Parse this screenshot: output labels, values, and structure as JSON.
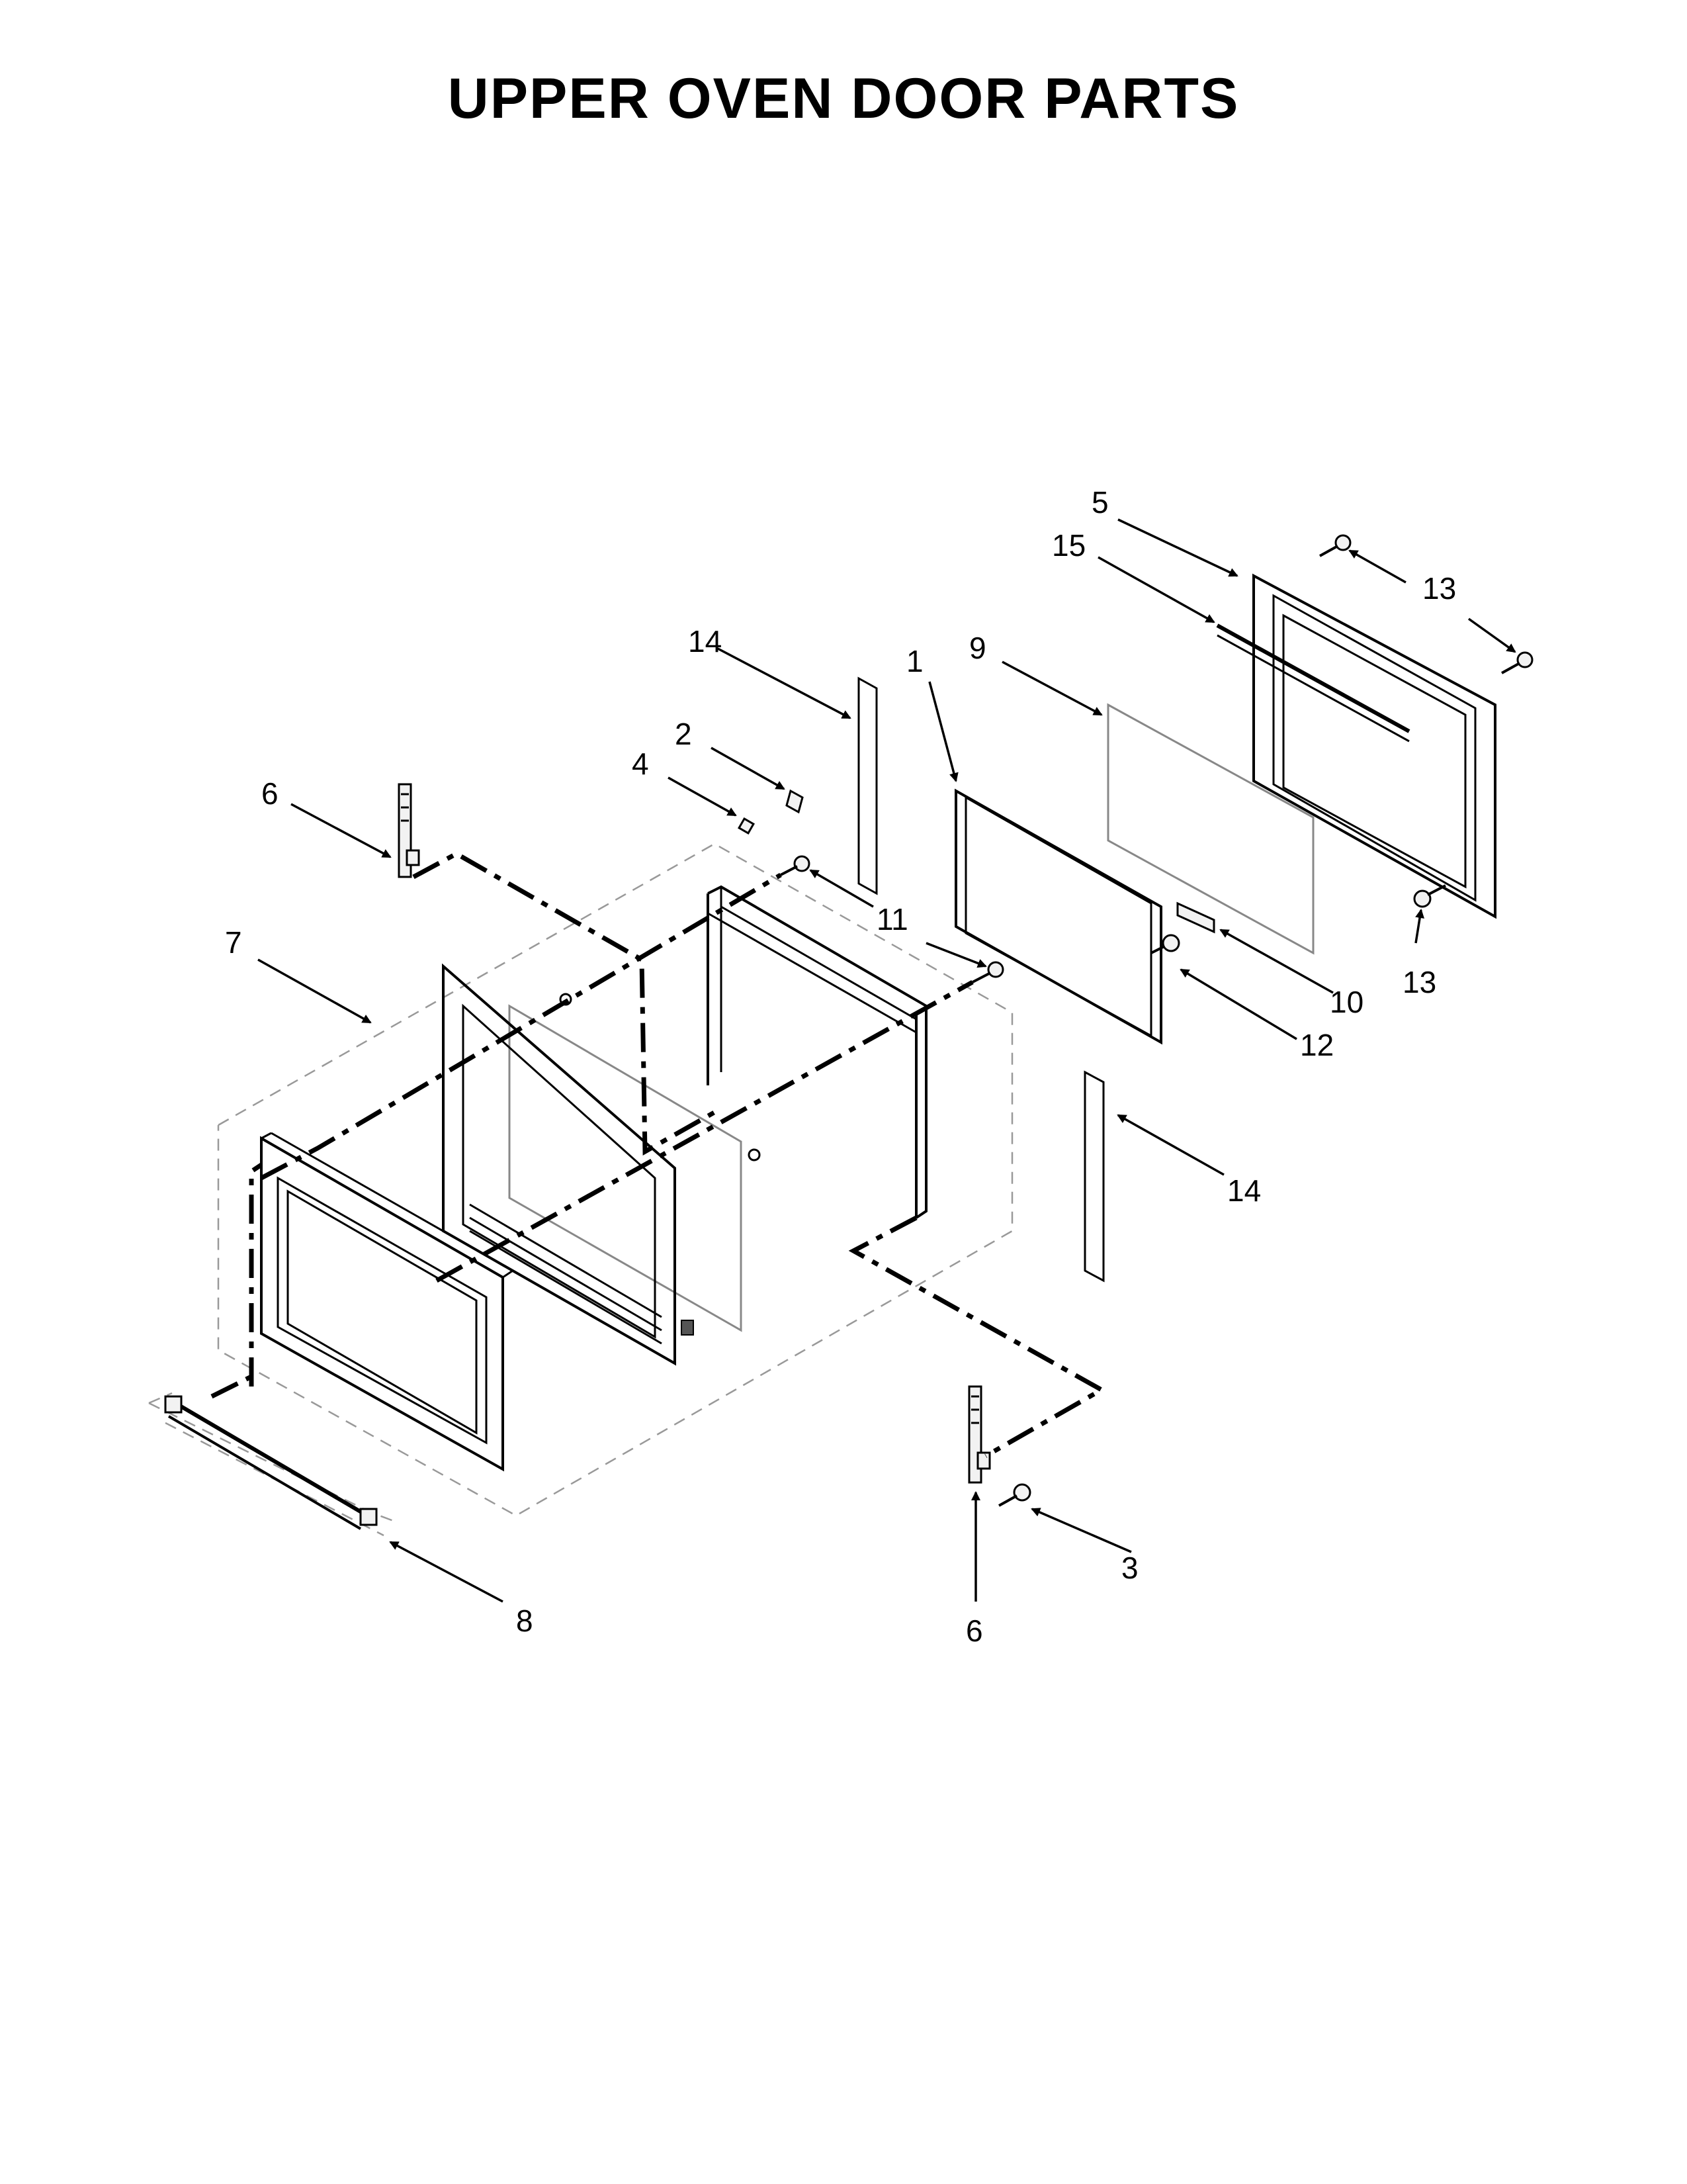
{
  "title": "UPPER OVEN DOOR PARTS",
  "callouts": {
    "c1": "1",
    "c2": "2",
    "c3": "3",
    "c4": "4",
    "c5": "5",
    "c6": "6",
    "c7": "7",
    "c8": "8",
    "c9": "9",
    "c10": "10",
    "c11": "11",
    "c12": "12",
    "c13": "13",
    "c14": "14",
    "c15": "15"
  }
}
